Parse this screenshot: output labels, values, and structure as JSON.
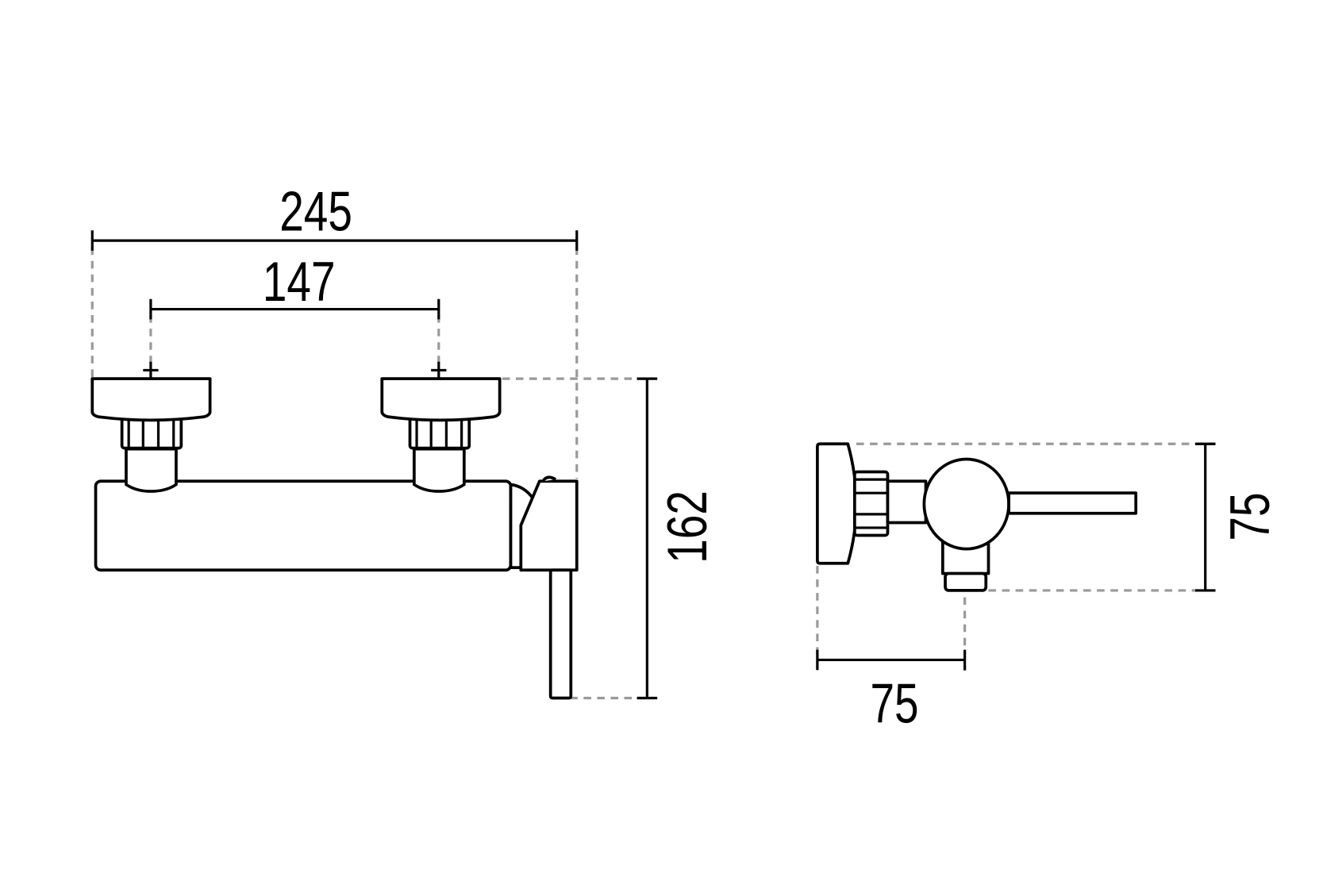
{
  "drawing": {
    "front_view": {
      "overall_width": "245",
      "center_distance": "147",
      "overall_height": "162"
    },
    "side_view": {
      "depth": "75",
      "height": "75"
    },
    "line_color": "#000000",
    "extension_line_color": "#999999"
  }
}
